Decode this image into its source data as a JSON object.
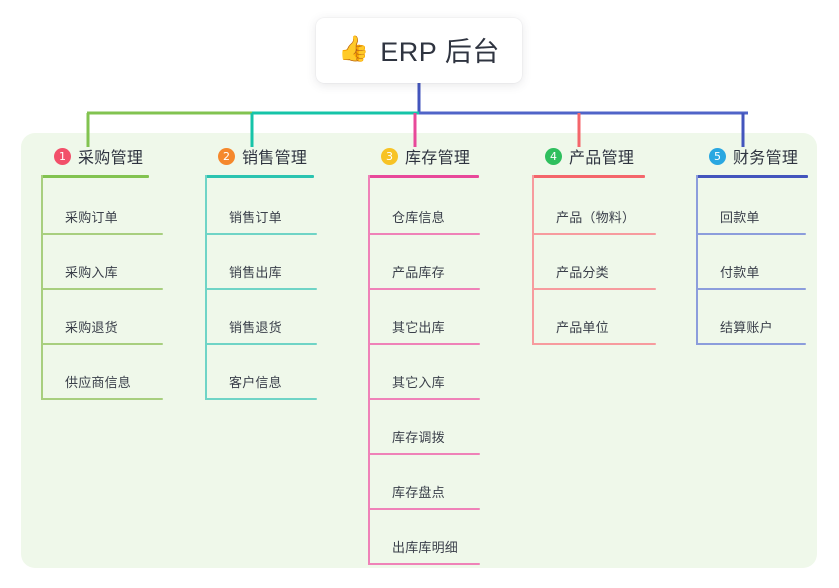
{
  "root": {
    "emoji": "👍",
    "emoji_name": "thumbs-up-icon",
    "title": "ERP 后台"
  },
  "panel": {
    "background_color": "#eff8ea"
  },
  "connector_colors": {
    "root_stem": "#4355bd",
    "segment_green": "#82c350",
    "segment_teal": "#16c4a8",
    "segment_blue": "#5064c8",
    "drop_purchase": "#82c350",
    "drop_sales": "#16c4a8",
    "drop_inventory": "#e8499a",
    "drop_product": "#f4666b",
    "drop_finance": "#4355bd"
  },
  "columns": [
    {
      "index": "1",
      "title": "采购管理",
      "badge_color": "#f2506a",
      "line_color": "#82c350",
      "leaf_line_color": "#a8cf7f",
      "items": [
        {
          "label": "采购订单"
        },
        {
          "label": "采购入库"
        },
        {
          "label": "采购退货"
        },
        {
          "label": "供应商信息"
        }
      ]
    },
    {
      "index": "2",
      "title": "销售管理",
      "badge_color": "#f5882c",
      "line_color": "#2bc4b0",
      "leaf_line_color": "#6fd4c6",
      "items": [
        {
          "label": "销售订单"
        },
        {
          "label": "销售出库"
        },
        {
          "label": "销售退货"
        },
        {
          "label": "客户信息"
        }
      ]
    },
    {
      "index": "3",
      "title": "库存管理",
      "badge_color": "#f7c325",
      "line_color": "#e8499a",
      "leaf_line_color": "#ef82b8",
      "items": [
        {
          "label": "仓库信息"
        },
        {
          "label": "产品库存"
        },
        {
          "label": "其它出库"
        },
        {
          "label": "其它入库"
        },
        {
          "label": "库存调拨"
        },
        {
          "label": "库存盘点"
        },
        {
          "label": "出库库明细"
        }
      ]
    },
    {
      "index": "4",
      "title": "产品管理",
      "badge_color": "#2fbf5e",
      "line_color": "#f4666b",
      "leaf_line_color": "#f79b9e",
      "items": [
        {
          "label": "产品（物料）"
        },
        {
          "label": "产品分类"
        },
        {
          "label": "产品单位"
        }
      ]
    },
    {
      "index": "5",
      "title": "财务管理",
      "badge_color": "#29a7e1",
      "line_color": "#4355bd",
      "leaf_line_color": "#8c9ddc",
      "items": [
        {
          "label": "回款单"
        },
        {
          "label": "付款单"
        },
        {
          "label": "结算账户"
        }
      ]
    }
  ]
}
